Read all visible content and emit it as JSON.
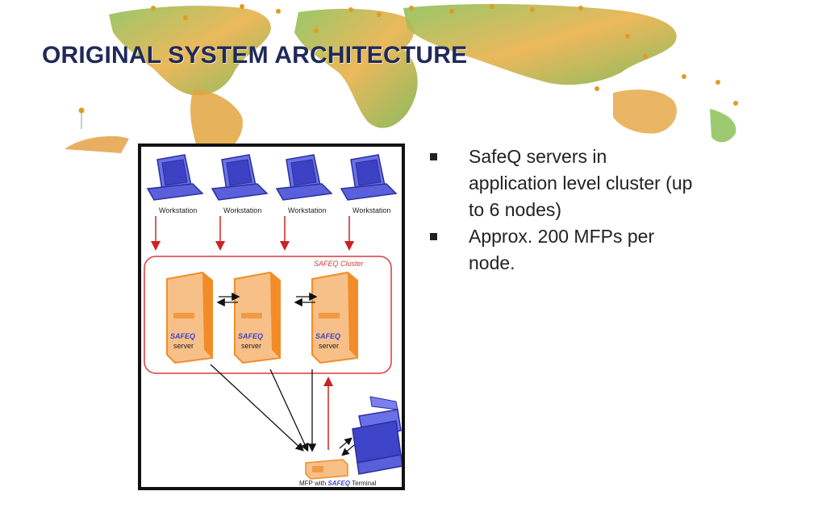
{
  "slide": {
    "title": "ORIGINAL SYSTEM ARCHITECTURE"
  },
  "diagram": {
    "workstations": [
      "Workstation",
      "Workstation",
      "Workstation",
      "Workstation"
    ],
    "cluster_label": "SAFEQ Cluster",
    "servers": [
      {
        "brand": "SAFEQ",
        "label": "server"
      },
      {
        "brand": "SAFEQ",
        "label": "server"
      },
      {
        "brand": "SAFEQ",
        "label": "server"
      }
    ],
    "terminal_label_prefix": "MFP with ",
    "terminal_label_brand": "SAFEQ",
    "terminal_label_suffix": " Terminal",
    "colors": {
      "workstation": "#4a4fd6",
      "server": "#f28c28",
      "cluster_border": "#d63a3a",
      "red_arrow": "#cc2222",
      "black_arrow": "#111111",
      "printer": "#3e44c8"
    }
  },
  "bullets": [
    "SafeQ servers in application level cluster (up to 6 nodes)",
    "Approx. 200 MFPs per node."
  ]
}
